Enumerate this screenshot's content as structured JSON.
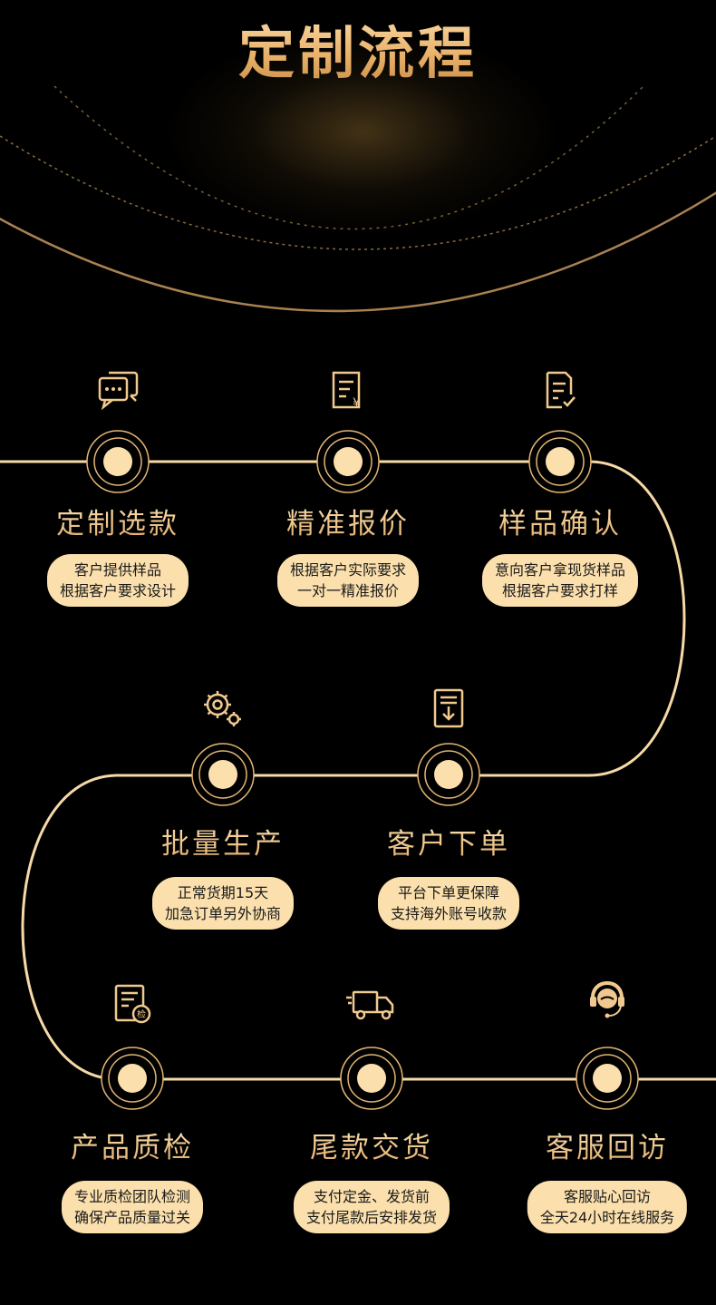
{
  "title": "定制流程",
  "colors": {
    "accent": "#f1c98f",
    "pill_bg": "#fbe0ad",
    "background": "#000000"
  },
  "steps": [
    {
      "icon": "chat-icon",
      "label": "定制选款",
      "desc1": "客户提供样品",
      "desc2": "根据客户要求设计"
    },
    {
      "icon": "invoice-icon",
      "label": "精准报价",
      "desc1": "根据客户实际要求",
      "desc2": "一对一精准报价"
    },
    {
      "icon": "document-check-icon",
      "label": "样品确认",
      "desc1": "意向客户拿现货样品",
      "desc2": "根据客户要求打样"
    },
    {
      "icon": "gears-icon",
      "label": "批量生产",
      "desc1": "正常货期15天",
      "desc2": "加急订单另外协商"
    },
    {
      "icon": "order-download-icon",
      "label": "客户下单",
      "desc1": "平台下单更保障",
      "desc2": "支持海外账号收款"
    },
    {
      "icon": "inspection-doc-icon",
      "label": "产品质检",
      "desc1": "专业质检团队检测",
      "desc2": "确保产品质量过关"
    },
    {
      "icon": "delivery-truck-icon",
      "label": "尾款交货",
      "desc1": "支付定金、发货前",
      "desc2": "支付尾款后安排发货"
    },
    {
      "icon": "headset-agent-icon",
      "label": "客服回访",
      "desc1": "客服贴心回访",
      "desc2": "全天24小时在线服务"
    }
  ]
}
